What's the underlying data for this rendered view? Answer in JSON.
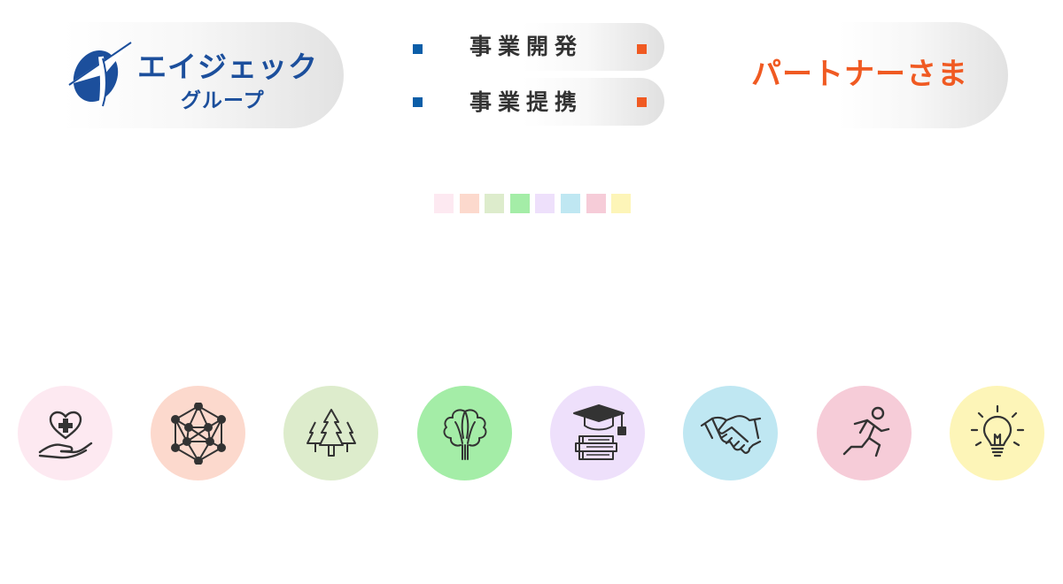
{
  "logo": {
    "name_main": "エイジェック",
    "name_sub": "グループ",
    "mark_icon": "aijek-logo-mark",
    "color": "#1c4f9c"
  },
  "menu": {
    "bullet_color_left": "#0b5ea8",
    "bullet_color_right": "#f05a22",
    "items": [
      {
        "label": "事業開発"
      },
      {
        "label": "事業提携"
      }
    ]
  },
  "partner": {
    "label": "パートナーさま",
    "color": "#f05a22"
  },
  "palette": {
    "swatches": [
      "#fde9f1",
      "#fcd9cd",
      "#ddeccc",
      "#a4eda7",
      "#eee0fb",
      "#bfe7f2",
      "#f6ccd8",
      "#fdf5b8"
    ]
  },
  "categories": [
    {
      "icon": "heart-in-hand-icon",
      "color": "#fde9f1"
    },
    {
      "icon": "network-icon",
      "color": "#fcd9cd"
    },
    {
      "icon": "forest-icon",
      "color": "#ddeccc"
    },
    {
      "icon": "leafy-vegetable-icon",
      "color": "#a4eda7"
    },
    {
      "icon": "graduation-books-icon",
      "color": "#eee0fb"
    },
    {
      "icon": "handshake-icon",
      "color": "#bfe7f2"
    },
    {
      "icon": "runner-icon",
      "color": "#f6ccd8"
    },
    {
      "icon": "light-bulb-icon",
      "color": "#fdf5b8"
    }
  ]
}
